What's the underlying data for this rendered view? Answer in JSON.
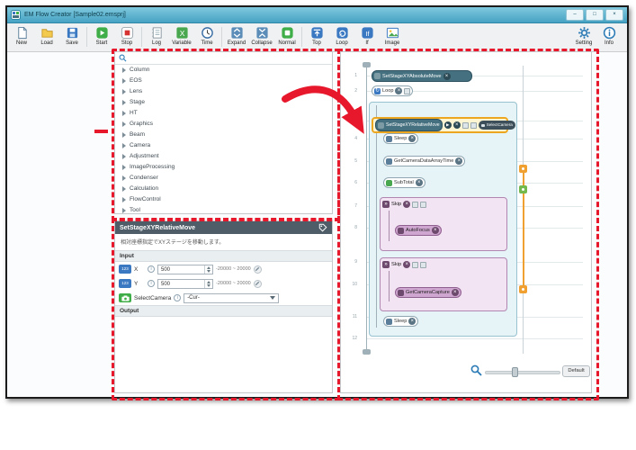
{
  "glyphs": {
    "close": "×",
    "play": "▶",
    "minus": "−",
    "info": "i",
    "skip": "»",
    "loop": "↻",
    "window_min": "–",
    "window_max": "□",
    "window_close": "×",
    "variable": "X",
    "if": "If"
  },
  "window": {
    "title": "EM Flow Creator [Sample02.emsprj]"
  },
  "toolbar": {
    "buttons": [
      {
        "label": "New"
      },
      {
        "label": "Load"
      },
      {
        "label": "Save"
      },
      {
        "label": "Start"
      },
      {
        "label": "Stop"
      },
      {
        "label": "Log"
      },
      {
        "label": "Variable"
      },
      {
        "label": "Time"
      },
      {
        "label": "Expand"
      },
      {
        "label": "Collapse"
      },
      {
        "label": "Normal"
      },
      {
        "label": "Top"
      },
      {
        "label": "Loop"
      },
      {
        "label": "If"
      },
      {
        "label": "Image"
      }
    ],
    "right": [
      {
        "label": "Setting"
      },
      {
        "label": "Info"
      }
    ]
  },
  "tree": {
    "items": [
      {
        "label": "Column"
      },
      {
        "label": "EOS"
      },
      {
        "label": "Lens"
      },
      {
        "label": "Stage"
      },
      {
        "label": "HT"
      },
      {
        "label": "Graphics"
      },
      {
        "label": "Beam"
      },
      {
        "label": "Camera"
      },
      {
        "label": "Adjustment"
      },
      {
        "label": "ImageProcessing"
      },
      {
        "label": "Condenser"
      },
      {
        "label": "Calculation"
      },
      {
        "label": "FlowControl"
      },
      {
        "label": "Tool"
      }
    ]
  },
  "properties": {
    "title": "SetStageXYRelativeMove",
    "description": "相対座標指定でXYステージを移動します。",
    "sections": {
      "input": "Input",
      "output": "Output"
    },
    "fields": [
      {
        "chip": "123",
        "label": "X",
        "value": "500",
        "range": "-20000 ~ 20000"
      },
      {
        "chip": "123",
        "label": "Y",
        "value": "500",
        "range": "-20000 ~ 20000"
      },
      {
        "label": "SelectCamera",
        "value": "-Cur-"
      }
    ]
  },
  "canvas": {
    "steps": [
      "1",
      "2",
      "3",
      "4",
      "5",
      "6",
      "7",
      "8",
      "9",
      "10",
      "11",
      "12"
    ],
    "nodes": {
      "top": "SetStageXYAbsoluteMove",
      "loop": "Loop",
      "selected": "SetStageXYRelativeMove",
      "selected_badge": "SelectCamera",
      "sleep1": "Sleep",
      "get_data": "GetCameraDataArrayTime",
      "subtotal": "SubTotal",
      "skip1": "Skip",
      "autofocus": "AutoFocus",
      "skip2": "Skip",
      "capture": "GetCameraCapture",
      "sleep2": "Sleep"
    },
    "zoom": {
      "default_label": "Default"
    }
  },
  "colors": {
    "annotation": "#e8182c",
    "node": "#44707f",
    "selection": "#eda61f",
    "loop_bg": "#e6f4f8",
    "skip_bg": "#f2e4f2",
    "badge_orange": "#f0a030",
    "badge_green": "#72b84d",
    "titlebar": "#46a2c3"
  }
}
